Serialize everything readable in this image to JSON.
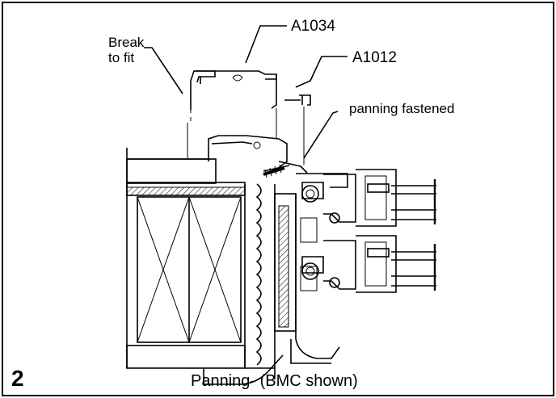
{
  "figure": {
    "number": "2",
    "caption": "Panning- (BMC shown)"
  },
  "callouts": {
    "break_to_fit_line1": "Break",
    "break_to_fit_line2": "to fit",
    "part_a1034": "A1034",
    "part_a1012": "A1012",
    "panning_fastened": "panning fastened"
  }
}
